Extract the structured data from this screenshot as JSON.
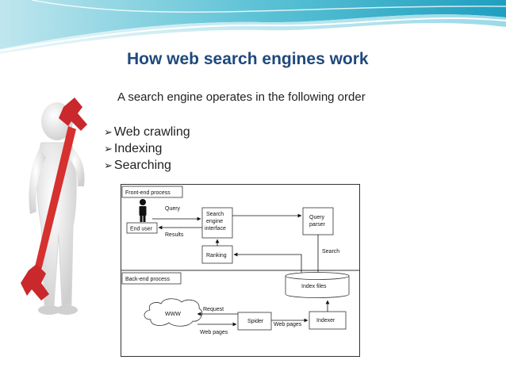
{
  "slide": {
    "title": "How web search engines work",
    "subtitle": "A search engine operates in the following order",
    "bullets": [
      "Web crawling",
      "Indexing",
      "Searching"
    ],
    "bullet_glyph": "➢",
    "accent_color": "#1f497d",
    "decor": {
      "wave_icon": "teal-wave-banner",
      "figure_icon": "person-with-red-wrench"
    }
  },
  "diagram": {
    "frontend_label": "Front-end process",
    "backend_label": "Back-end process",
    "end_user": "End user",
    "query": "Query",
    "results": "Results",
    "search_interface": [
      "Search",
      "engine",
      "interface"
    ],
    "query_parser": [
      "Query",
      "parser"
    ],
    "ranking": "Ranking",
    "search": "Search",
    "index_files": "Index files",
    "request": "Request",
    "www": "WWW",
    "spider": "Spider",
    "web_pages_1": "Web pages",
    "web_pages_2": "Web pages",
    "indexer": "Indexer"
  }
}
